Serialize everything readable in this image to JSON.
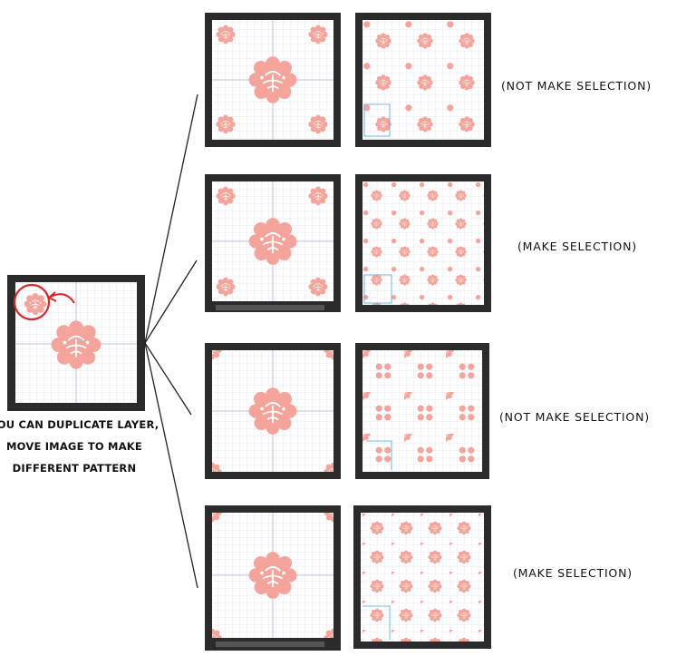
{
  "caption": {
    "line1": "YOU CAN DUPLICATE LAYER,",
    "line2": "MOVE IMAGE TO MAKE",
    "line3": "DIFFERENT  PATTERN"
  },
  "rows": [
    {
      "label": "(NOT MAKE SELECTION)"
    },
    {
      "label": "(MAKE SELECTION)"
    },
    {
      "label": "(NOT MAKE SELECTION)"
    },
    {
      "label": "(MAKE SELECTION)"
    }
  ],
  "colors": {
    "frame": "#2b2b2b",
    "flower": "#f4a49a",
    "grid": "#e2e2ee",
    "guide": "#b9a6d6",
    "highlight": "#d42a2a",
    "selection": "#4aa3d8"
  }
}
